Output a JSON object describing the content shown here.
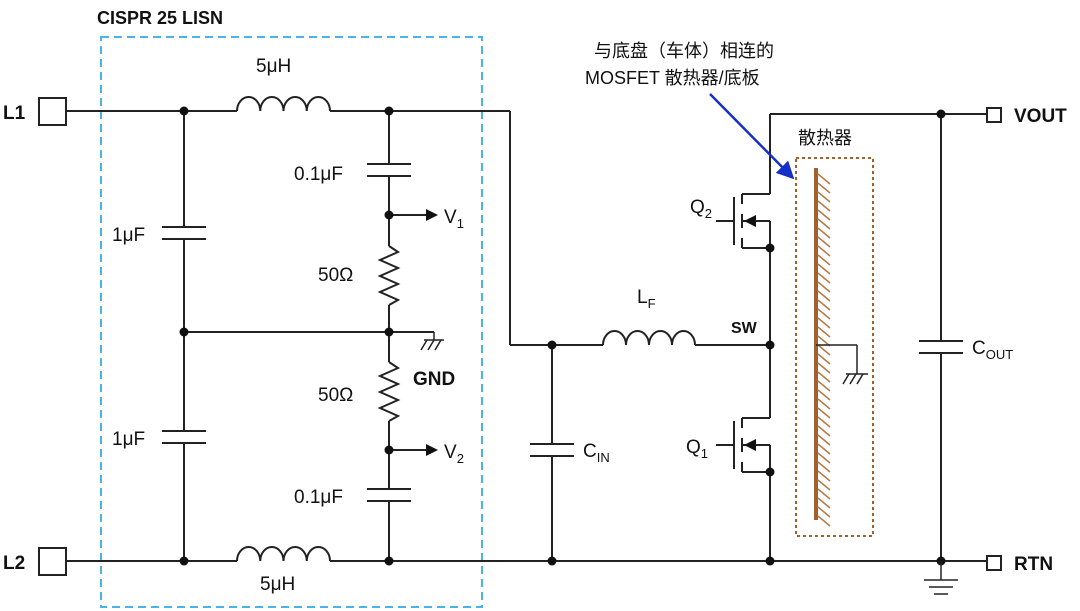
{
  "lisn_title": "CISPR 25 LISN",
  "ports": {
    "l1": "L1",
    "l2": "L2",
    "vout": "VOUT",
    "rtn": "RTN"
  },
  "lisn": {
    "inductor_top": "5μH",
    "inductor_bottom": "5μH",
    "cap_left_top": "1μF",
    "cap_left_bottom": "1μF",
    "cap_right_top": "0.1μF",
    "cap_right_bottom": "0.1μF",
    "res_top": "50Ω",
    "res_bottom": "50Ω",
    "v1": "V",
    "v1_sub": "1",
    "v2": "V",
    "v2_sub": "2",
    "gnd": "GND"
  },
  "converter": {
    "cin": "C",
    "cin_sub": "IN",
    "lf": "L",
    "lf_sub": "F",
    "sw": "SW",
    "q1": "Q",
    "q1_sub": "1",
    "q2": "Q",
    "q2_sub": "2",
    "cout": "C",
    "cout_sub": "OUT",
    "heatsink_label": "散热器"
  },
  "annotation": {
    "line1": "与底盘（车体）相连的",
    "line2": "MOSFET 散热器/底板"
  },
  "colors": {
    "lisn_border": "#4ab3e8",
    "lisn_title": "#3aa6e0",
    "l1_label": "#e0242a",
    "gnd_label": "#1f9d4b",
    "annotation": "#1530c8",
    "heatsink": "#a0612e",
    "heatsink_fin": "#b57a44",
    "wire": "#222222"
  }
}
